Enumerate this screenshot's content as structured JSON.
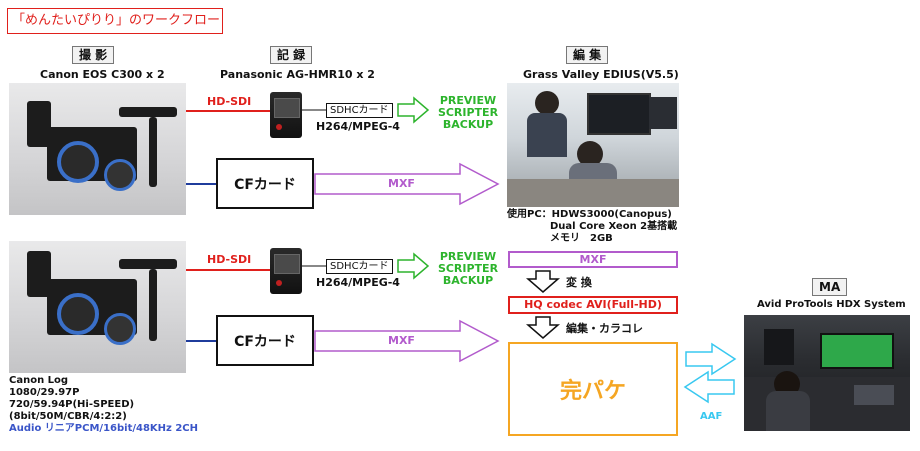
{
  "title": "「めんたいぴりり」のワークフロー",
  "sections": {
    "shoot": "撮 影",
    "record": "記 録",
    "edit": "編 集",
    "ma": "MA"
  },
  "camera": {
    "model": "Canon EOS C300 x 2",
    "specs": [
      "Canon Log",
      "1080/29.97P",
      "720/59.94P(Hi-SPEED)",
      "(8bit/50M/CBR/4:2:2)"
    ],
    "audio": "Audio リニアPCM/16bit/48KHz 2CH"
  },
  "recorder": {
    "model": "Panasonic AG-HMR10 x 2",
    "media": "SDHCカード",
    "codec": "H264/MPEG-4"
  },
  "links": {
    "hdsdi": "HD-SDI",
    "mxf": "MXF",
    "aaf": "AAF"
  },
  "cf_card": "CFカード",
  "preview_lines": [
    "PREVIEW",
    "SCRIPTER",
    "BACKUP"
  ],
  "edit": {
    "system": "Grass Valley EDIUS(V5.5)",
    "pc_lines": [
      "使用PC：HDWS3000(Canopus)",
      "Dual Core Xeon 2基搭載",
      "メモリ　2GB"
    ],
    "convert": "変 換",
    "hq": "HQ codec AVI(Full-HD)",
    "grade": "編集・カラコレ",
    "final": "完パケ"
  },
  "ma": {
    "system": "Avid ProTools HDX System"
  },
  "colors": {
    "red": "#e0201c",
    "green": "#2db42d",
    "purple": "#b25bcc",
    "blue": "#1f3c9c",
    "cyan": "#38c8f0",
    "orange": "#f5a623"
  }
}
